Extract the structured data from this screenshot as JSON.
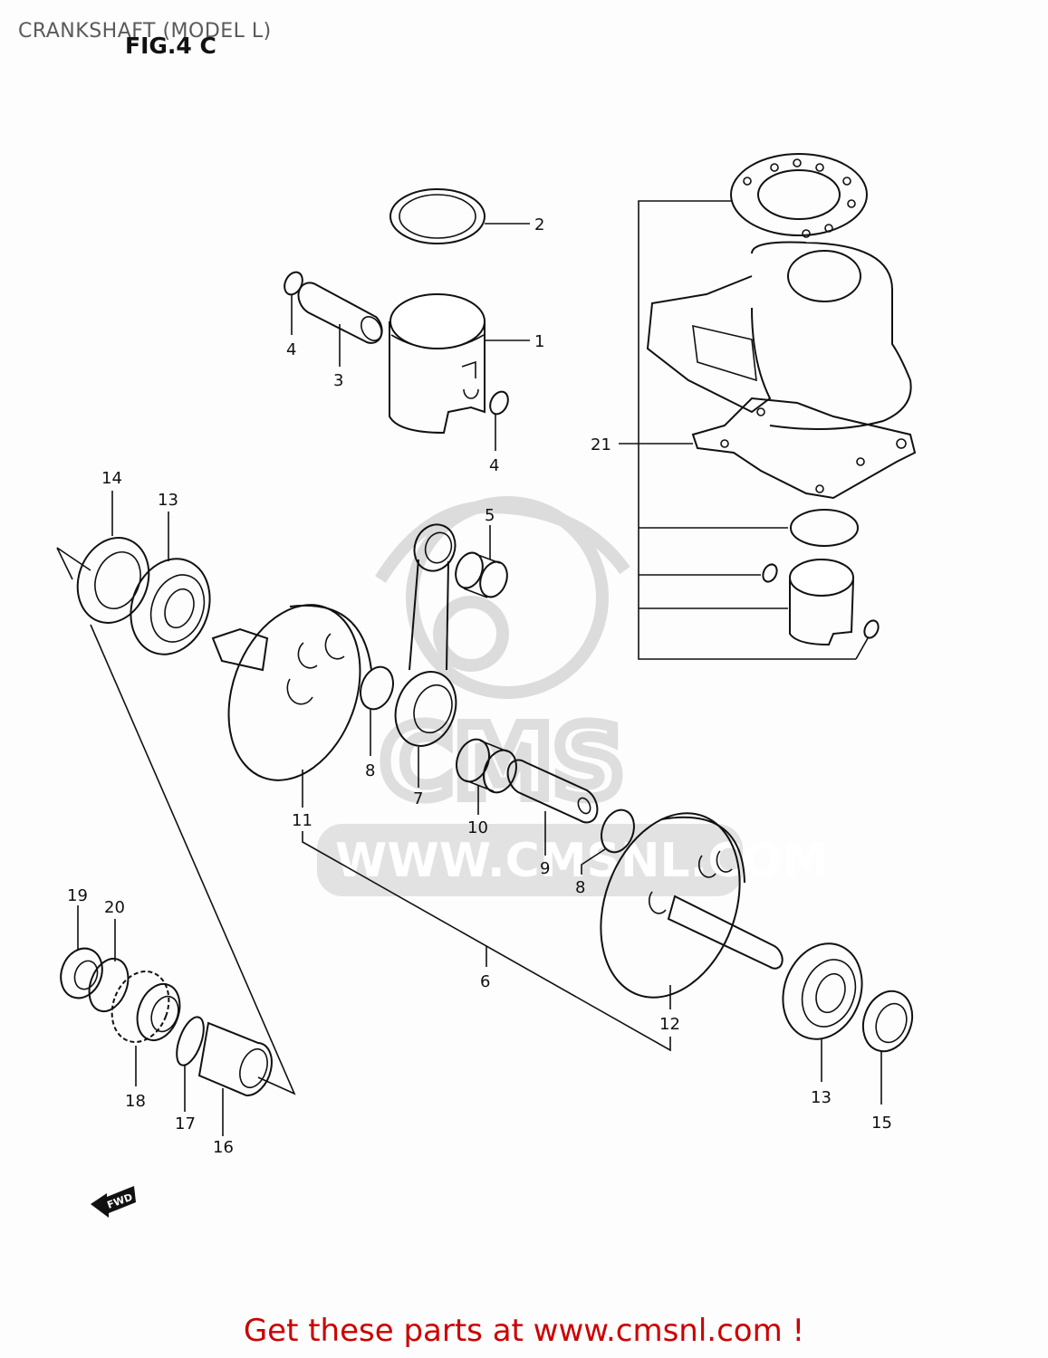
{
  "header": {
    "title": "CRANKSHAFT (MODEL L)",
    "figure_label": "FIG.4 C"
  },
  "footer": {
    "text": "Get these parts at www.cmsnl.com !",
    "color": "#cc0000"
  },
  "watermark": {
    "text": "WWW.CMSNL.COM",
    "logo_text": "CMS"
  },
  "fwd_badge": "FWD",
  "parts": [
    {
      "ref": "1",
      "name": "piston"
    },
    {
      "ref": "2",
      "name": "piston-ring"
    },
    {
      "ref": "3",
      "name": "piston-pin"
    },
    {
      "ref": "4",
      "name": "piston-pin-circlip"
    },
    {
      "ref": "5",
      "name": "small-end-needle-bearing"
    },
    {
      "ref": "6",
      "name": "crankshaft-assembly"
    },
    {
      "ref": "7",
      "name": "connecting-rod"
    },
    {
      "ref": "8",
      "name": "thrust-washer"
    },
    {
      "ref": "9",
      "name": "crank-pin"
    },
    {
      "ref": "10",
      "name": "big-end-needle-bearing"
    },
    {
      "ref": "11",
      "name": "right-crank-web"
    },
    {
      "ref": "12",
      "name": "left-crank-web"
    },
    {
      "ref": "13",
      "name": "crankshaft-bearing"
    },
    {
      "ref": "14",
      "name": "oil-seal-right"
    },
    {
      "ref": "15",
      "name": "oil-seal-left"
    },
    {
      "ref": "16",
      "name": "spacer"
    },
    {
      "ref": "17",
      "name": "o-ring"
    },
    {
      "ref": "18",
      "name": "primary-drive-gear"
    },
    {
      "ref": "19",
      "name": "nut"
    },
    {
      "ref": "20",
      "name": "washer"
    },
    {
      "ref": "21",
      "name": "cylinder-base-gasket"
    }
  ],
  "callouts": {
    "c1": "1",
    "c2": "2",
    "c3": "3",
    "c4a": "4",
    "c4b": "4",
    "c5": "5",
    "c6": "6",
    "c7": "7",
    "c8a": "8",
    "c8b": "8",
    "c9": "9",
    "c10": "10",
    "c11": "11",
    "c12": "12",
    "c13a": "13",
    "c13b": "13",
    "c14": "14",
    "c15": "15",
    "c16": "16",
    "c17": "17",
    "c18": "18",
    "c19": "19",
    "c20": "20",
    "c21": "21"
  }
}
